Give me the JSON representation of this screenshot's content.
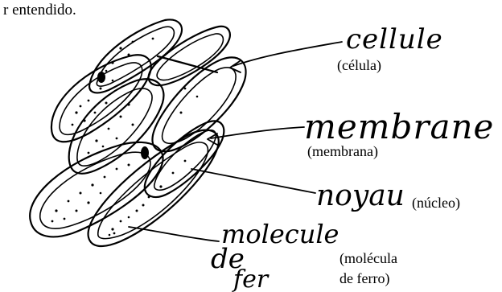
{
  "header": {
    "text": "r entendido."
  },
  "labels": {
    "cellule": {
      "handwritten": "cellule",
      "printed": "(célula)"
    },
    "membrane": {
      "handwritten": "membrane",
      "printed": "(membrana)"
    },
    "noyau": {
      "handwritten": "noyau",
      "printed": "(núcleo)"
    },
    "molecule": {
      "handwritten_line1": "molecule",
      "handwritten_line2": "de",
      "handwritten_line3": "fer",
      "printed_line1": "(molécula",
      "printed_line2": "de ferro)"
    }
  },
  "colors": {
    "ink": "#000000",
    "background": "#ffffff"
  }
}
